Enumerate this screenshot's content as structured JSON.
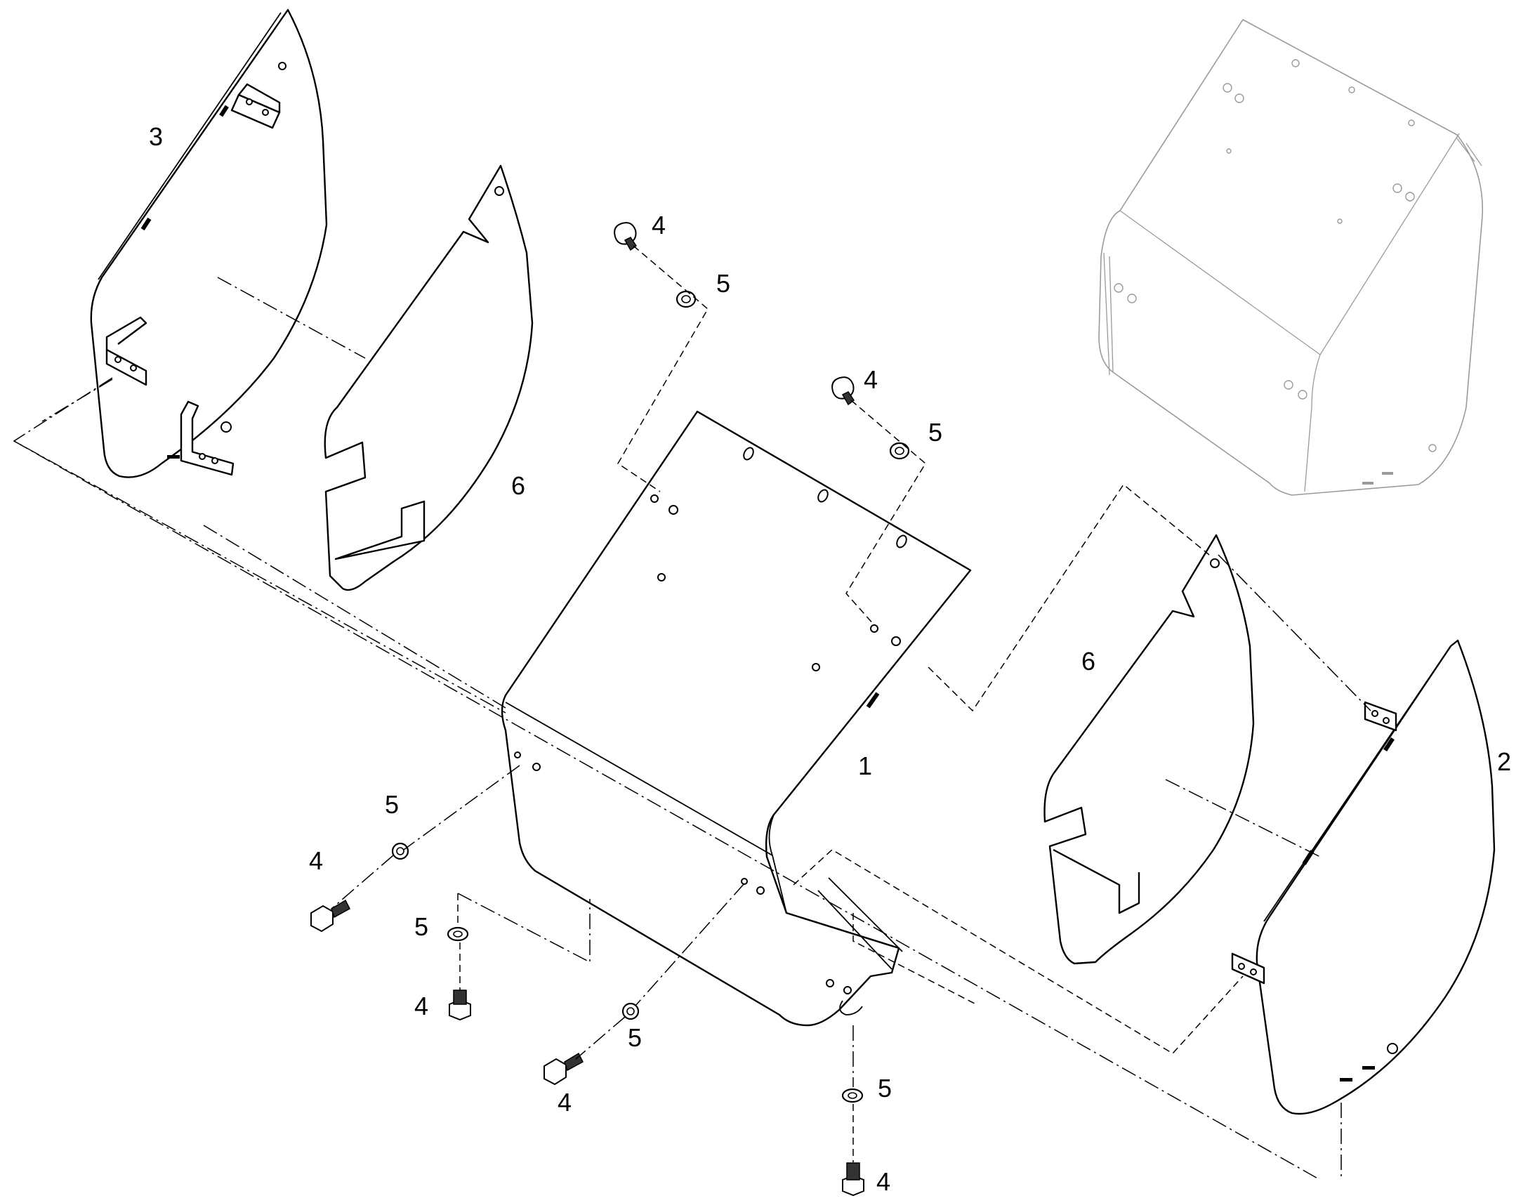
{
  "callouts": {
    "part_1": "1",
    "part_2": "2",
    "part_3": "3",
    "part_6_left": "6",
    "part_6_right": "6",
    "bolt_top_a": "4",
    "washer_top_a": "5",
    "bolt_top_b": "4",
    "washer_top_b": "5",
    "washer_left_a": "5",
    "bolt_left_a": "4",
    "washer_left_b": "5",
    "bolt_left_b": "4",
    "washer_bottom_a": "5",
    "bolt_bottom_a": "4",
    "washer_bottom_b": "5",
    "bolt_bottom_b": "4"
  },
  "colors": {
    "line": "#000000",
    "ghost_line": "#9a9a9a",
    "background": "#ffffff"
  }
}
